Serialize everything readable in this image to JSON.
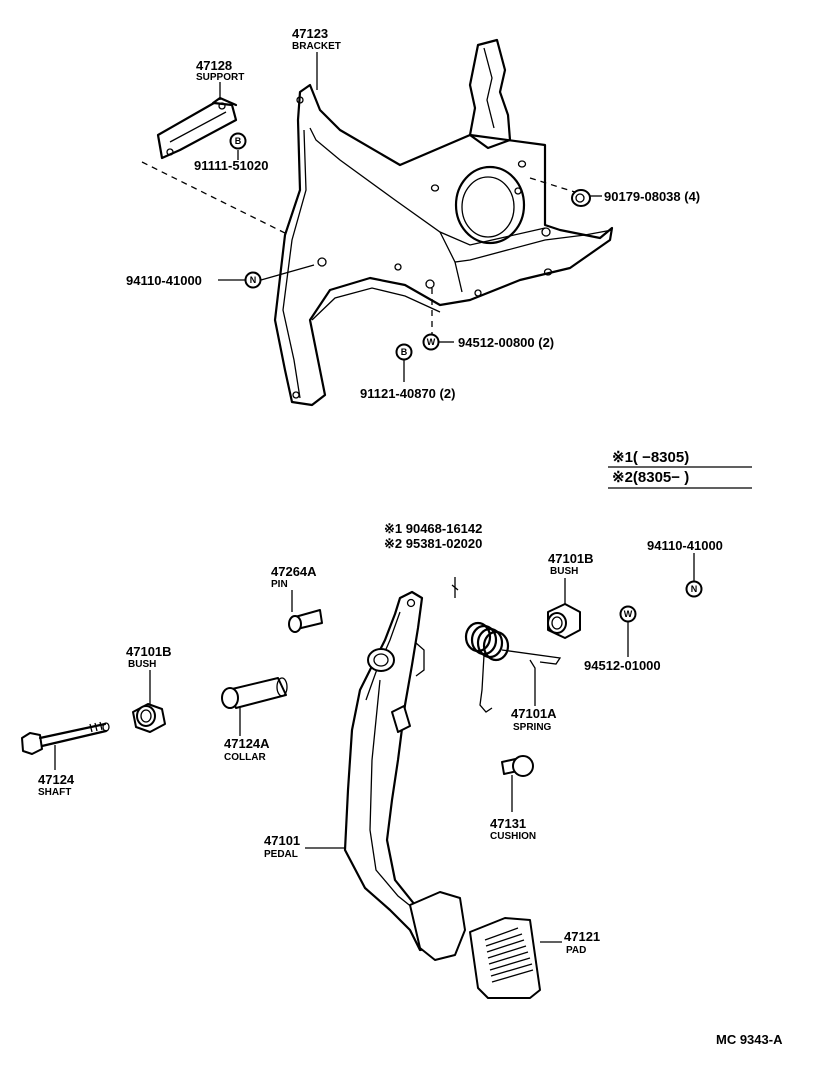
{
  "callouts": {
    "p47123": {
      "num": "47123",
      "name": "BRACKET"
    },
    "p47128": {
      "num": "47128",
      "name": "SUPPORT"
    },
    "p91111": {
      "num": "91111-51020"
    },
    "p90179": {
      "num": "90179-08038 (4)"
    },
    "p94110a": {
      "num": "94110-41000"
    },
    "p94512a": {
      "num": "94512-00800 (2)"
    },
    "p91121": {
      "num": "91121-40870 (2)"
    },
    "p47264A": {
      "num": "47264A",
      "name": "PIN"
    },
    "p47101B_left": {
      "num": "47101B",
      "name": "BUSH"
    },
    "p47124A": {
      "num": "47124A",
      "name": "COLLAR"
    },
    "p47124": {
      "num": "47124",
      "name": "SHAFT"
    },
    "p47101B_right": {
      "num": "47101B",
      "name": "BUSH"
    },
    "p94110b": {
      "num": "94110-41000"
    },
    "p94512b": {
      "num": "94512-01000"
    },
    "p47101A": {
      "num": "47101A",
      "name": "SPRING"
    },
    "p47131": {
      "num": "47131",
      "name": "CUSHION"
    },
    "p47101": {
      "num": "47101",
      "name": "PEDAL"
    },
    "p47121": {
      "num": "47121",
      "name": "PAD"
    },
    "clip1": {
      "num": "※1 90468-16142"
    },
    "clip2": {
      "num": "※2 95381-02020"
    }
  },
  "legend": {
    "line1": "※1(      −8305)",
    "line2": "※2(8305−      )"
  },
  "symbols": {
    "bolt": "B",
    "nut": "N",
    "washer": "W"
  },
  "footer": {
    "code": "MC  9343-A"
  }
}
